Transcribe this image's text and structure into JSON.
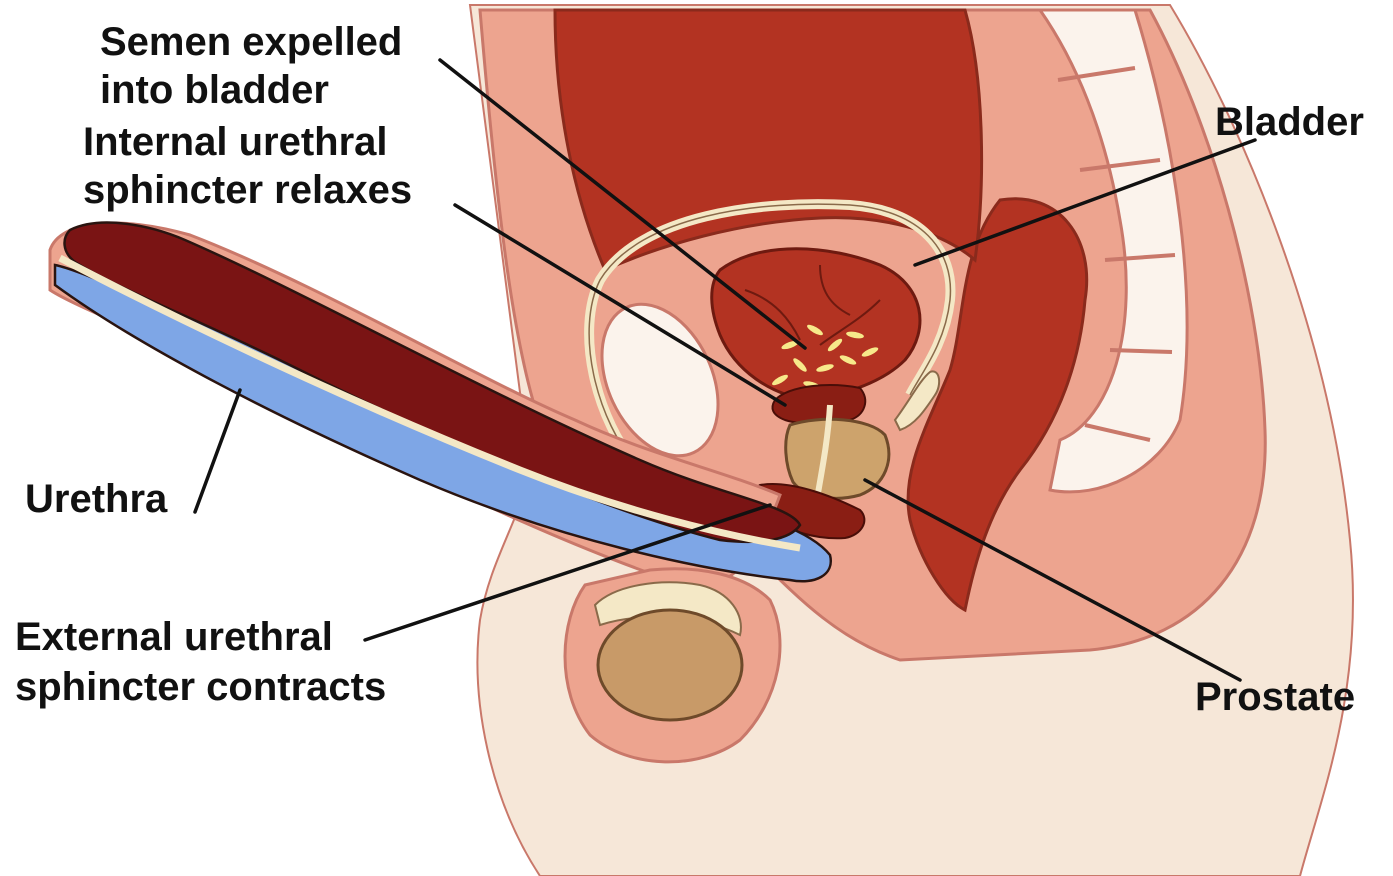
{
  "colors": {
    "skin": "#f6e7d8",
    "tissue": "#eda48f",
    "tissue_outline": "#c9786a",
    "organ_dark": "#b33322",
    "organ_deep": "#7a1414",
    "urethra_blue": "#7ea6e6",
    "duct_cream": "#f4e8c6",
    "prostate_tan": "#cda36c",
    "testis_tan": "#c89a68",
    "bone_white": "#fbf3ec",
    "semen_yellow": "#f7e98a"
  },
  "labels": {
    "semen_line1": "Semen expelled",
    "semen_line2": "into bladder",
    "internal_line1": "Internal urethral",
    "internal_line2": "sphincter relaxes",
    "bladder": "Bladder",
    "urethra": "Urethra",
    "external_line1": "External urethral",
    "external_line2": "sphincter contracts",
    "prostate": "Prostate"
  }
}
